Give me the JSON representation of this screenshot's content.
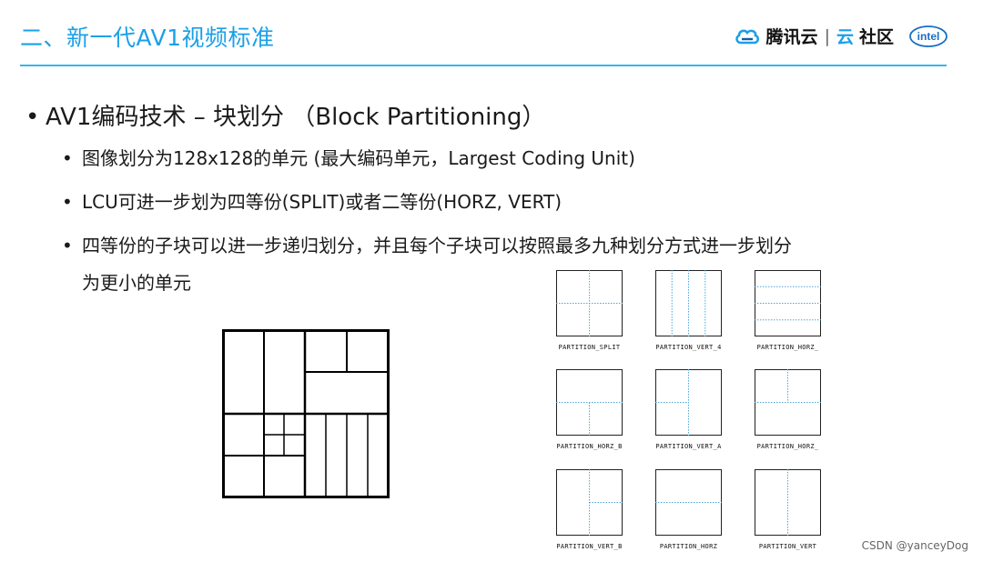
{
  "header": {
    "title": "二、新一代AV1视频标准",
    "logo_tencent": "腾讯云",
    "logo_separator": "|",
    "logo_community_cloud": "云",
    "logo_community": "社区",
    "logo_intel": "intel",
    "accent_color": "#1aa0e8"
  },
  "content": {
    "main_bullet": "AV1编码技术 – 块划分 （Block Partitioning）",
    "sub_bullets": [
      "图像划分为128x128的单元 (最大编码单元，Largest Coding Unit)",
      "LCU可进一步划为四等份(SPLIT)或者二等份(HORZ, VERT)",
      "四等份的子块可以进一步递归划分，并且每个子块可以按照最多九种划分方式进一步划分"
    ],
    "sub_bullet_continuation": "为更小的单元"
  },
  "partition_types": [
    {
      "label": "PARTITION_SPLIT",
      "kind": "split"
    },
    {
      "label": "PARTITION_VERT_4",
      "kind": "vert4"
    },
    {
      "label": "PARTITION_HORZ_",
      "kind": "horz4"
    },
    {
      "label": "PARTITION_HORZ_B",
      "kind": "horzB"
    },
    {
      "label": "PARTITION_VERT_A",
      "kind": "vertA"
    },
    {
      "label": "PARTITION_HORZ_",
      "kind": "horzA"
    },
    {
      "label": "PARTITION_VERT_B",
      "kind": "vertB"
    },
    {
      "label": "PARTITION_HORZ",
      "kind": "horz"
    },
    {
      "label": "PARTITION_VERT",
      "kind": "vert"
    }
  ],
  "watermark": "CSDN @yanceyDog"
}
